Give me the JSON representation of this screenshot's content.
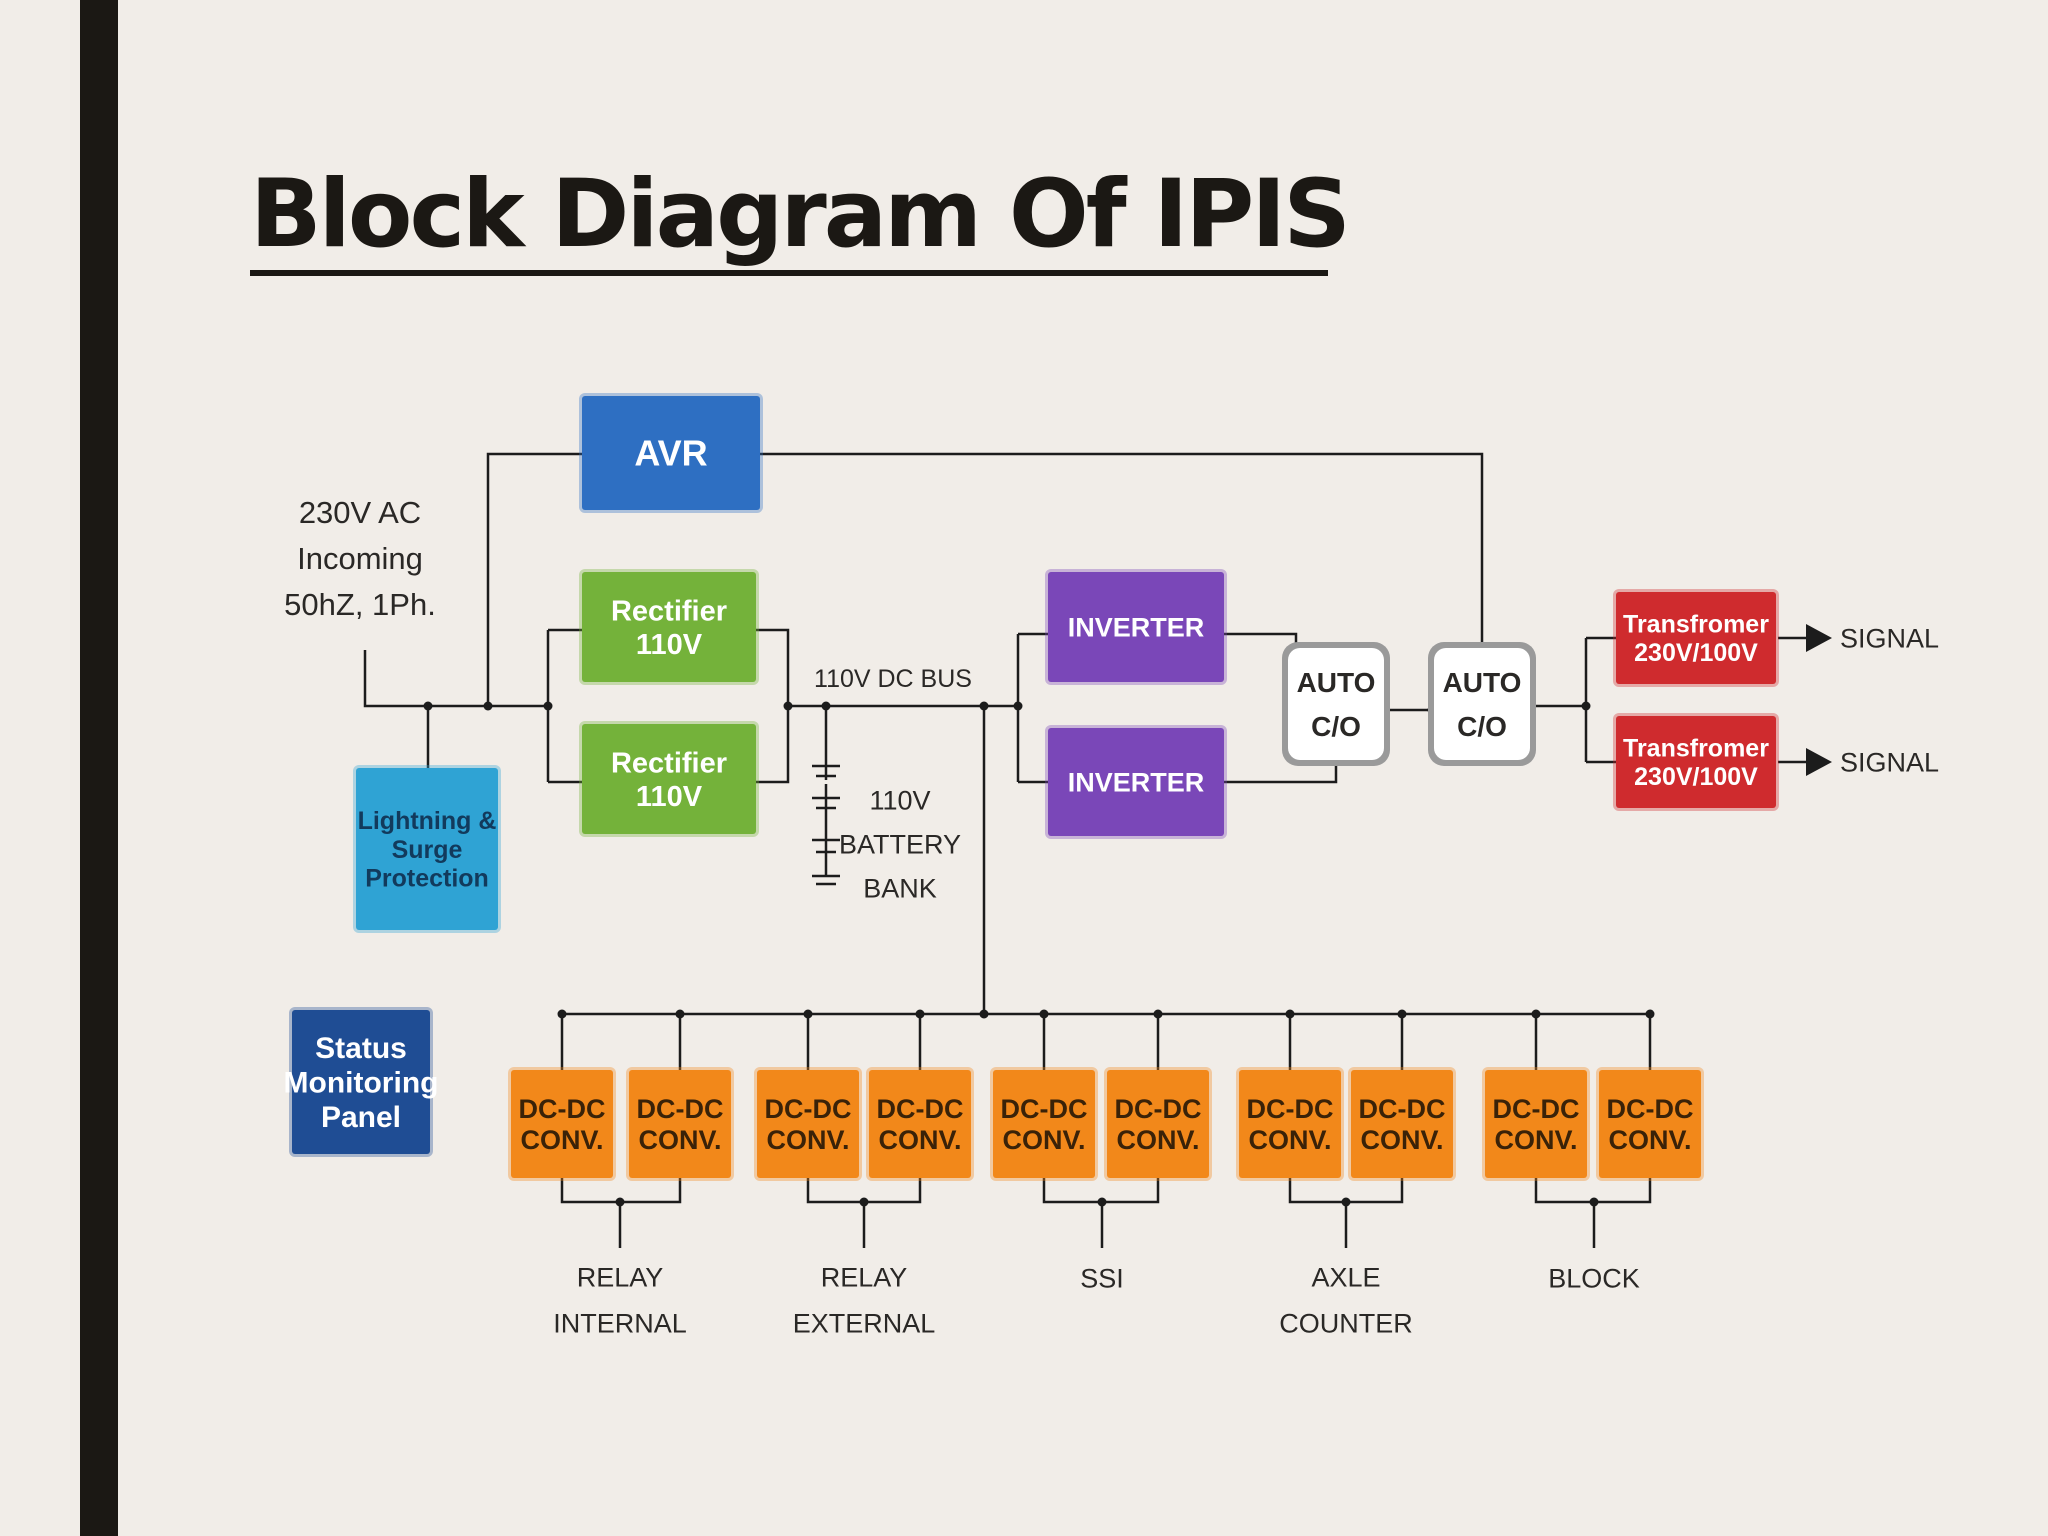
{
  "title": "Block Diagram Of IPIS",
  "diagram": {
    "input_label": [
      "230V AC",
      "Incoming",
      "50hZ, 1Ph."
    ],
    "avr": "AVR",
    "rectifiers": [
      [
        "Rectifier",
        "110V"
      ],
      [
        "Rectifier",
        "110V"
      ]
    ],
    "dc_bus": "110V DC BUS",
    "battery_label": [
      "110V",
      "BATTERY",
      "BANK"
    ],
    "inverters": [
      "INVERTER",
      "INVERTER"
    ],
    "auto_co": [
      [
        "AUTO",
        "C/O"
      ],
      [
        "AUTO",
        "C/O"
      ]
    ],
    "transformers": [
      [
        "Transfromer",
        "230V/100V"
      ],
      [
        "Transfromer",
        "230V/100V"
      ]
    ],
    "signal_labels": [
      "SIGNAL",
      "SIGNAL"
    ],
    "surge": [
      "Lightning &",
      "Surge",
      "Protection"
    ],
    "status_panel": [
      "Status",
      "Monitoring",
      "Panel"
    ],
    "dcdc_label": [
      "DC-DC",
      "CONV."
    ],
    "groups": [
      [
        "RELAY",
        "INTERNAL"
      ],
      [
        "RELAY",
        "EXTERNAL"
      ],
      [
        "SSI"
      ],
      [
        "AXLE",
        "COUNTER"
      ],
      [
        "BLOCK"
      ]
    ],
    "colors": {
      "avr": "#2e6fc2",
      "rectifier": "#74b23a",
      "inverter": "#7a47b8",
      "auto_co": "#c8c8c8",
      "transformer": "#cf2b2e",
      "surge": "#2fa3d4",
      "status_panel": "#1f4d94",
      "dcdc": "#f2881a"
    }
  }
}
